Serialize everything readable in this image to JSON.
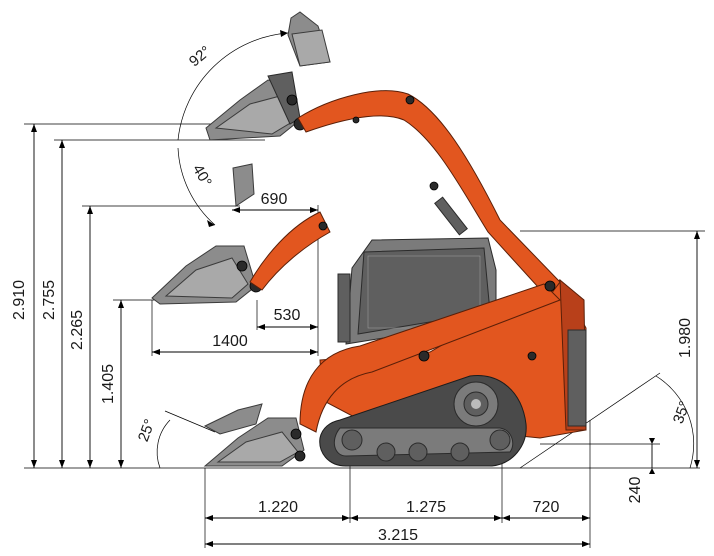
{
  "diagram": {
    "heights": {
      "h_2910": "2.910",
      "h_2755": "2.755",
      "h_2265": "2.265",
      "h_1405": "1.405",
      "h_1980": "1.980",
      "h_240": "240"
    },
    "horizontal": {
      "reach_690": "690",
      "reach_530": "530",
      "reach_1400": "1400",
      "len_1220": "1.220",
      "len_1275": "1.275",
      "len_720": "720",
      "len_3215": "3.215"
    },
    "angles": {
      "a_92": "92°",
      "a_40": "40°",
      "a_25": "25°",
      "a_35": "35°"
    },
    "colors": {
      "machine_orange": "#e2561f",
      "bucket_grey": "#8c8c8c",
      "dimension_line": "#000000"
    }
  }
}
